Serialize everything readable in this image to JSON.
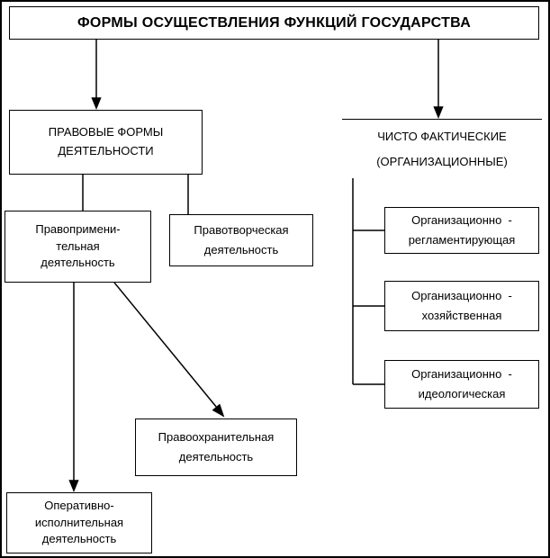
{
  "diagram": {
    "title": "ФОРМЫ ОСУЩЕСТВЛЕНИЯ ФУНКЦИЙ ГОСУДАРСТВА",
    "nodes": {
      "legal_forms": "ПРАВОВЫЕ ФОРМЫ\nДЕЯТЕЛЬНОСТИ",
      "factual_forms": "ЧИСТО ФАКТИЧЕСКИЕ\n(ОРГАНИЗАЦИОННЫЕ)",
      "law_application": "Правопримени-\nтельная\nдеятельность",
      "law_making": "Правотворческая\nдеятельность",
      "org_regulating": "Организационно  -\nрегламентирующая",
      "org_economic": "Организационно  -\nхозяйственная",
      "org_ideological": "Организационно  -\nидеологическая",
      "law_enforcement": "Правоохранительная\nдеятельность",
      "operative_executive": "Оперативно-\nисполнительная\nдеятельность"
    },
    "colors": {
      "line": "#000000",
      "background": "#ffffff",
      "text": "#000000"
    }
  }
}
